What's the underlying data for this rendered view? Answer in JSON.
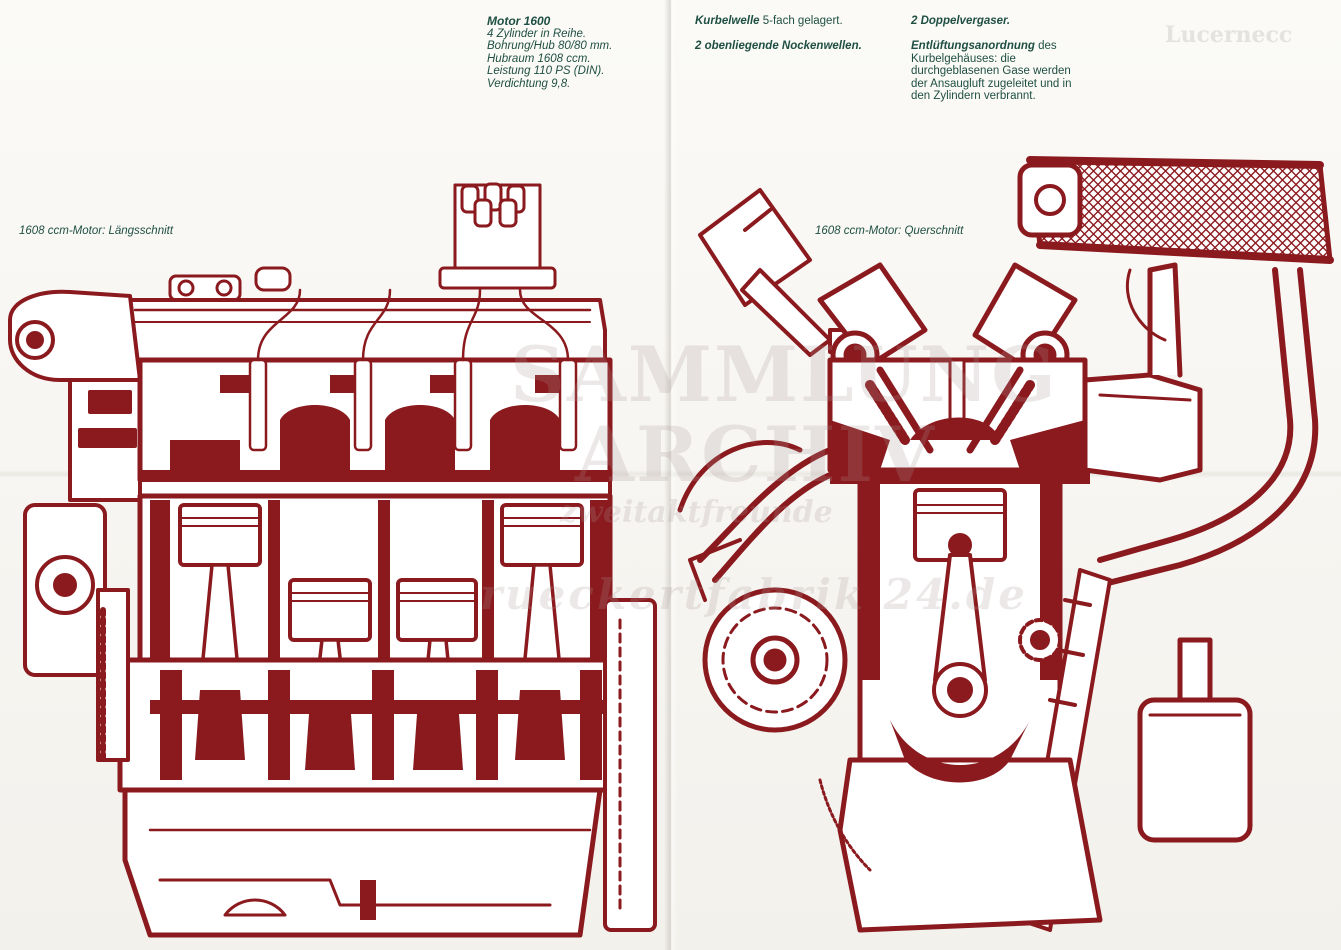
{
  "spec_block": {
    "title": "Motor 1600",
    "lines": [
      "4 Zylinder in Reihe.",
      "Bohrung/Hub 80/80 mm.",
      "Hubraum 1608 ccm.",
      "Leistung 110 PS (DIN).",
      "Verdichtung 9,8."
    ]
  },
  "features": {
    "crankshaft_bold": "Kurbelwelle",
    "crankshaft_rest": "5-fach gelagert.",
    "camshafts": "2 obenliegende Nockenwellen.",
    "carbs": "2 Doppelvergaser.",
    "vent_bold": "Entlüftungsanordnung",
    "vent_rest_first": "des",
    "vent_lines": [
      "Kurbelgehäuses: die",
      "durchgeblasenen Gase werden",
      "der Ansaugluft zugeleitet und in",
      "den Zylindern verbrannt."
    ]
  },
  "captions": {
    "left": "1608 ccm-Motor: Längsschnitt",
    "right": "1608 ccm-Motor: Querschnitt"
  },
  "watermark": {
    "line1": "SAMMLUNG",
    "line2": "ARCHIV",
    "line3": "zweitaktfreunde",
    "line4": "rueckertfabrik 24.de",
    "corner": "Lucernecc"
  },
  "colors": {
    "ink": "#8b1a1f",
    "text": "#1f4f43",
    "paper": "#f7f5f1"
  }
}
